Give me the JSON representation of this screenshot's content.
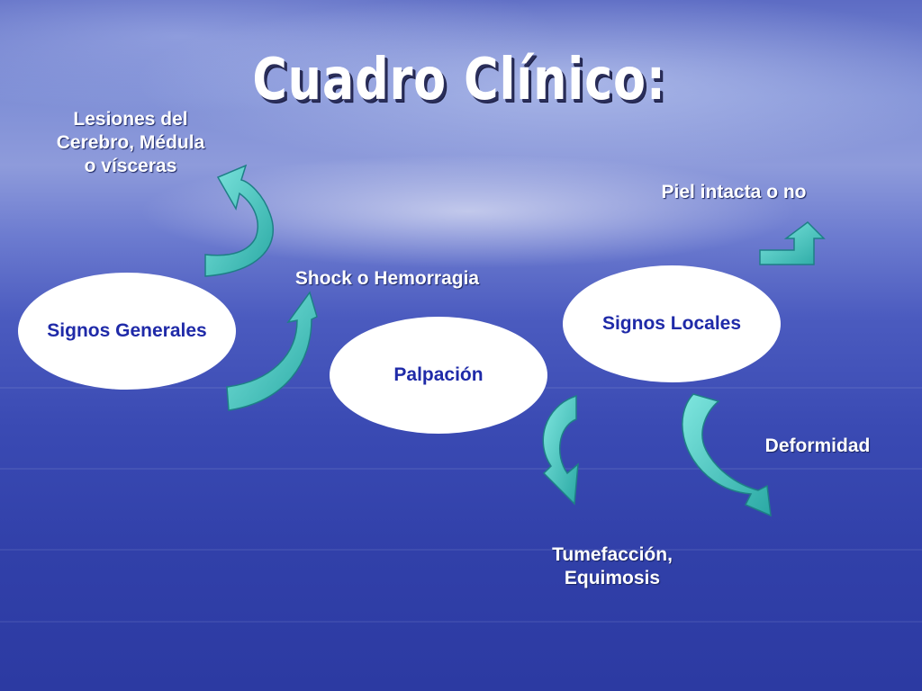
{
  "title": "Cuadro Clínico:",
  "nodes": {
    "signos_generales": "Signos Generales",
    "palpacion": "Palpación",
    "signos_locales": "Signos Locales"
  },
  "labels": {
    "lesiones": [
      "Lesiones del",
      "Cerebro, Médula",
      "o vísceras"
    ],
    "shock": "Shock o Hemorragia",
    "piel": "Piel intacta o no",
    "deformidad": "Deformidad",
    "tumefaccion": [
      "Tumefacción,",
      "Equimosis"
    ]
  },
  "colors": {
    "arrow_fill": "#3fc8c0",
    "arrow_edge": "#1e7f86",
    "node_text": "#1f2aa8"
  }
}
